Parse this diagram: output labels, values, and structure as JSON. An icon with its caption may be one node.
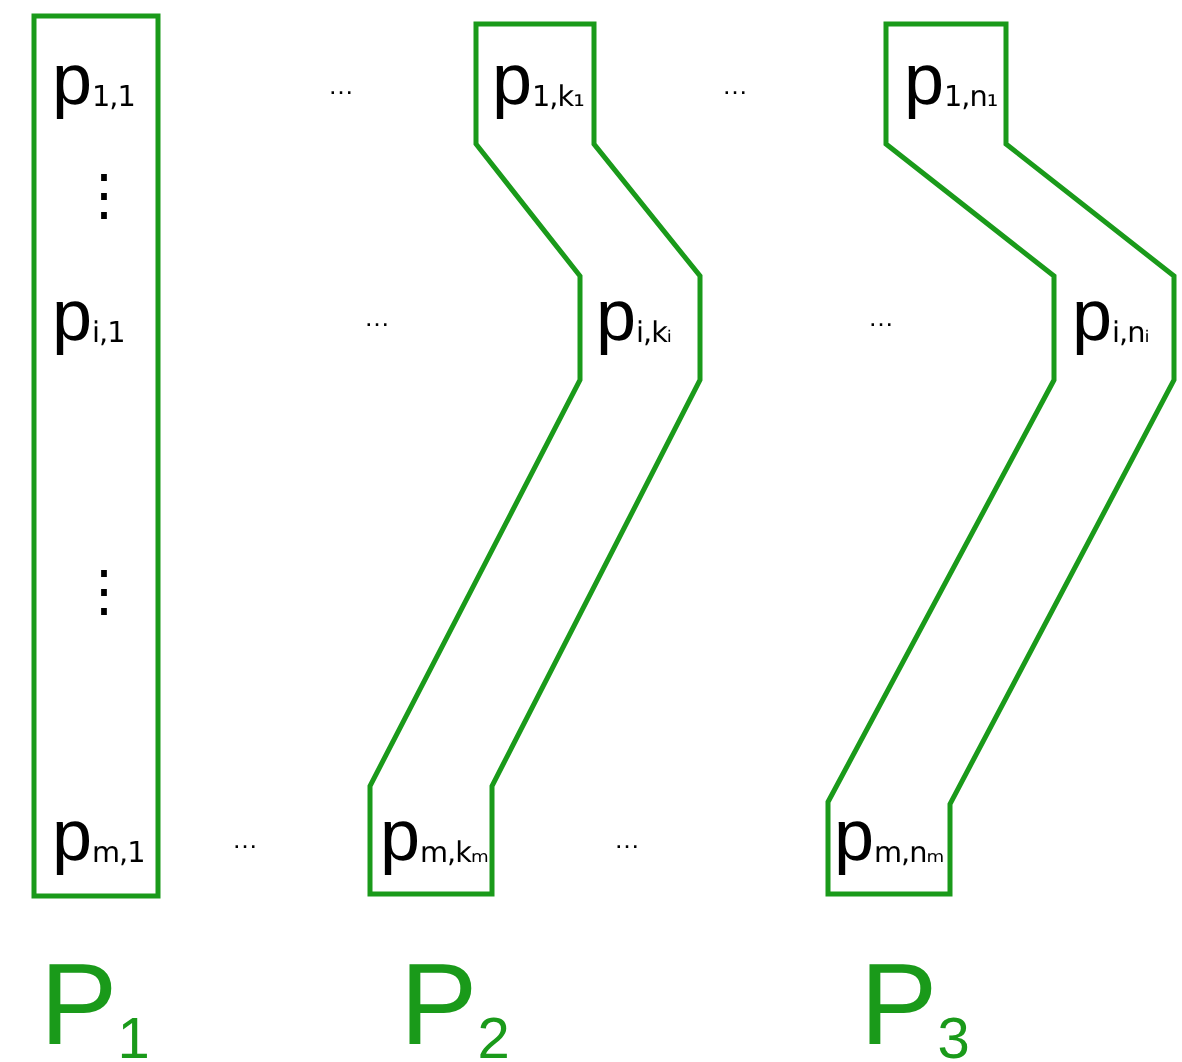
{
  "diagram": {
    "nodes": [
      {
        "text": [
          "p$_{1,1}$",
          "p$_{i,1}$",
          "p$_{m,1}$"
        ],
        "beside": [
          "P$_{1}$"
        ]
      },
      {
        "text": [
          "p$_{1,k₁}$",
          "p$_{i,kᵢ}$",
          "p$_{m,kₘ}$"
        ],
        "beside": [
          "P$_{2}$"
        ]
      },
      {
        "text": [
          "p$_{1,n₁}$",
          "p$_{i,nᵢ}$",
          "p$_{m,nₘ}$"
        ],
        "beside": [
          "P$_{3}$"
        ]
      }
    ],
    "labels": [
      "…",
      "…",
      "⋮",
      "…",
      "…",
      "⋮",
      "…",
      "…"
    ]
  }
}
